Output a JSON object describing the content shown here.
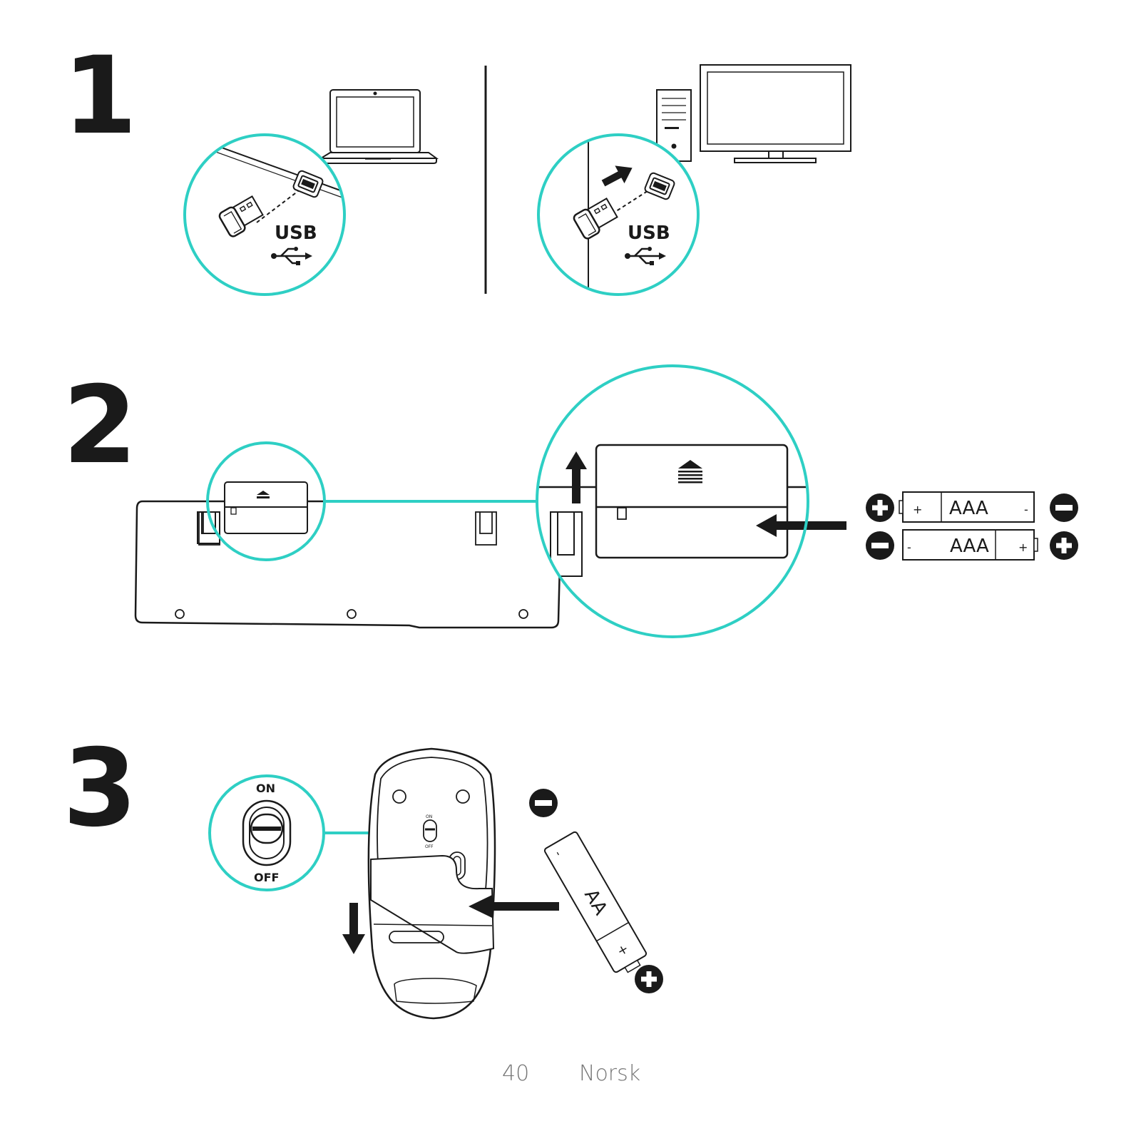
{
  "steps": [
    {
      "number": "1"
    },
    {
      "number": "2"
    },
    {
      "number": "3"
    }
  ],
  "step1": {
    "left_label": "USB",
    "right_label": "USB",
    "usb_icon": "usb-trident-icon"
  },
  "step2": {
    "battery_top": {
      "label": "AAA",
      "left_terminal": "+",
      "right_terminal": "-"
    },
    "battery_bottom": {
      "label": "AAA",
      "left_terminal": "-",
      "right_terminal": "+"
    },
    "eject_icon": "eject-icon"
  },
  "step3": {
    "switch_on": "ON",
    "switch_off": "OFF",
    "mouse_switch_on": "ON",
    "mouse_switch_off": "OFF",
    "battery": {
      "label": "AA",
      "neg": "-",
      "pos": "+"
    }
  },
  "footer": {
    "page": "40",
    "language": "Norsk"
  },
  "colors": {
    "accent": "#2ecfc4",
    "ink": "#1a1a1a"
  }
}
